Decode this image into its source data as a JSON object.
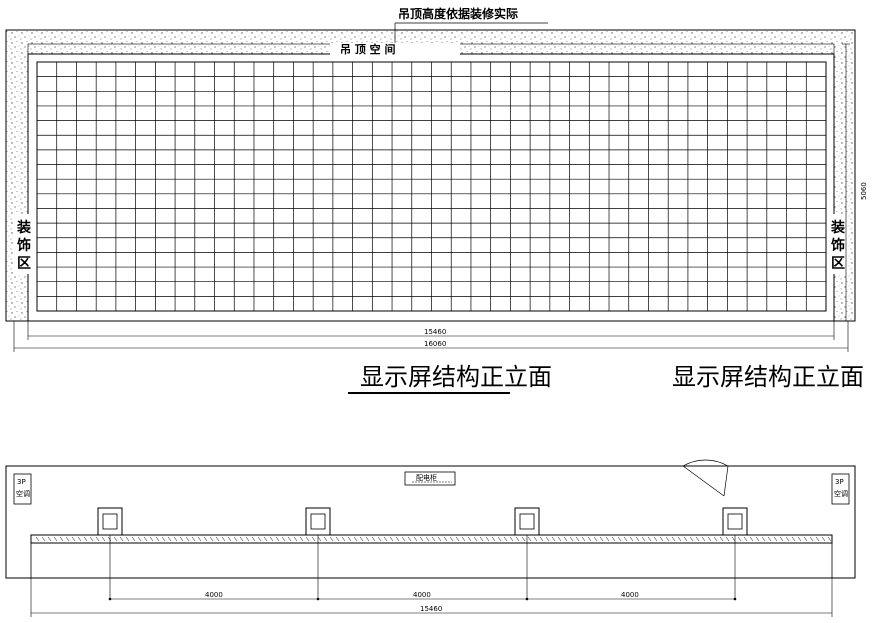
{
  "front_elevation": {
    "ceiling_note": "吊顶高度依据装修实际",
    "ceiling_space": "吊 顶 空 间",
    "left_side_label": "装饰区",
    "right_side_label": "装饰区",
    "grid_columns": 40,
    "grid_rows": 17,
    "height_dim": "5060",
    "inner_width_dim": "15460",
    "outer_width_dim": "16060"
  },
  "titles": {
    "left": "显示屏结构正立面",
    "right": "显示屏结构正立面"
  },
  "plan_view": {
    "cabinet_label": "配电柜",
    "left_box_top": "3P",
    "left_box_bottom": "空调",
    "right_box_top": "3P",
    "right_box_bottom": "空调",
    "post_count": 4,
    "span_dims": [
      "4000",
      "4000",
      "4000"
    ],
    "total_dim": "15460"
  },
  "colors": {
    "line": "#000000",
    "background": "#ffffff",
    "concrete_fill": "#d9d9d9"
  }
}
